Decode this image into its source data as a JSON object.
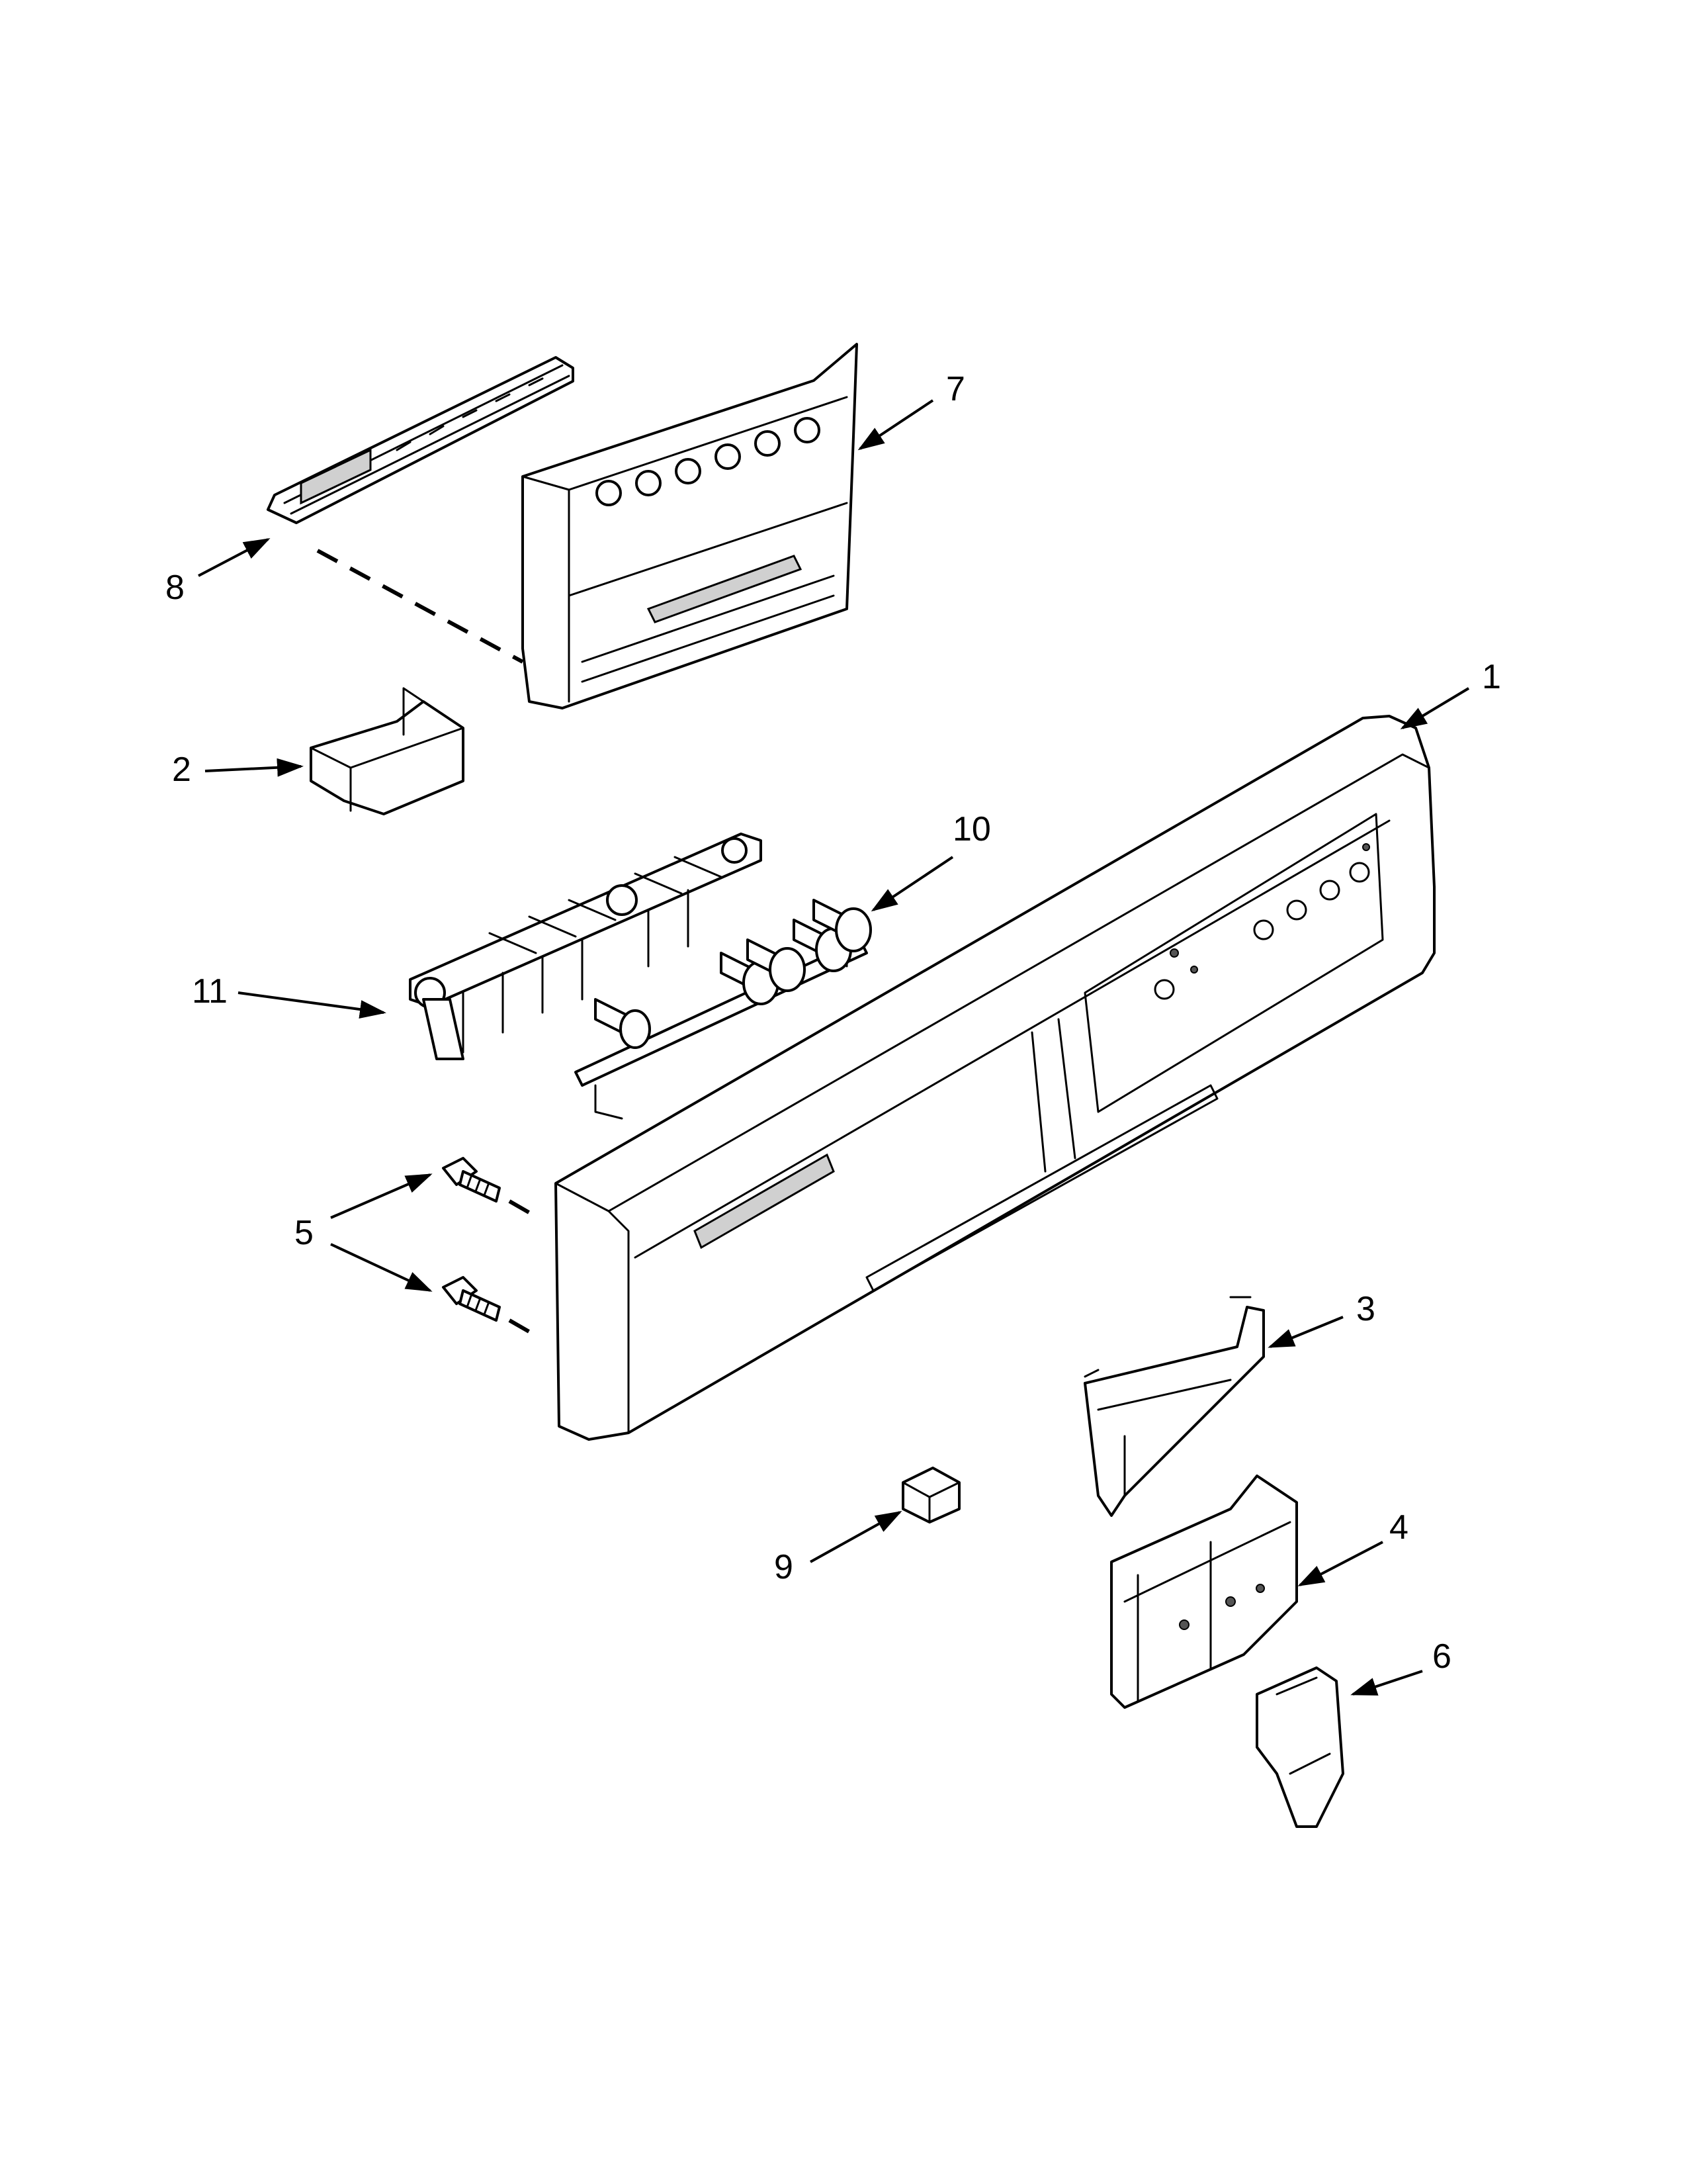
{
  "callouts": {
    "c1": "1",
    "c2": "2",
    "c3": "3",
    "c4": "4",
    "c5": "5",
    "c6": "6",
    "c7": "7",
    "c8": "8",
    "c9": "9",
    "c10": "10",
    "c11": "11"
  },
  "icons": {
    "arrow": "arrowhead-icon"
  }
}
